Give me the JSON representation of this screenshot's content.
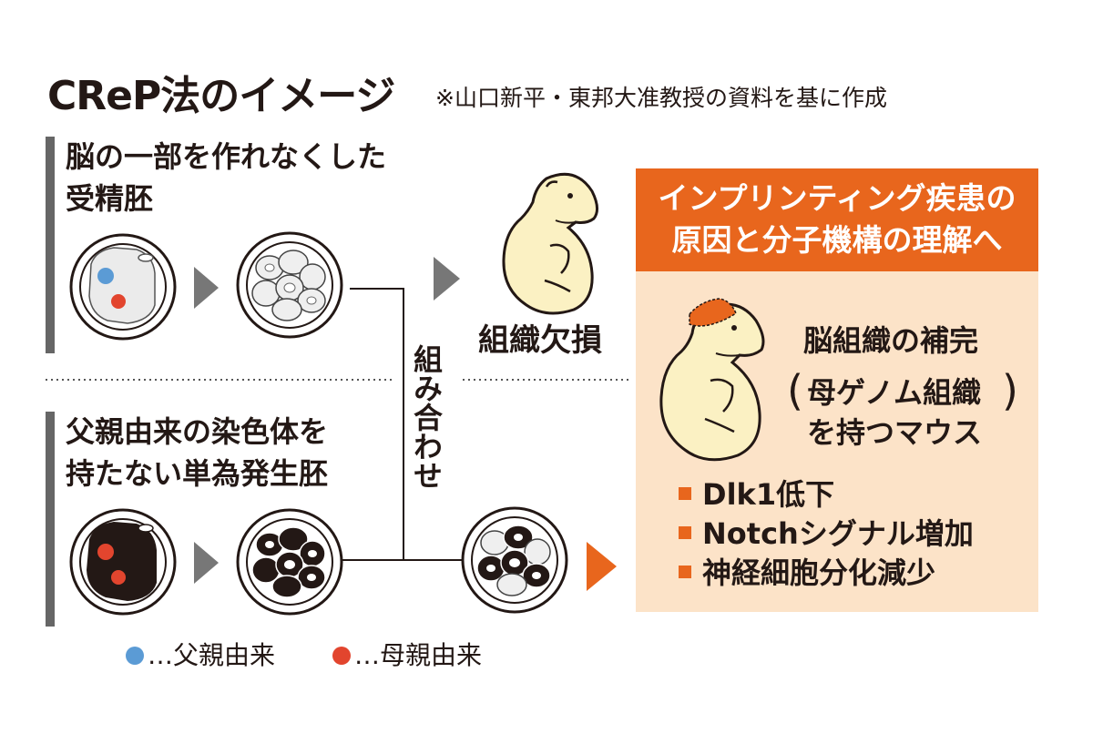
{
  "header": {
    "title": "CReP法のイメージ",
    "source": "※山口新平・東邦大准教授の資料を基に作成"
  },
  "section_top": {
    "label_line1": "脳の一部を作れなくした",
    "label_line2": "受精胚"
  },
  "section_bottom": {
    "label_line1": "父親由来の染色体を",
    "label_line2": "持たない単為発生胚"
  },
  "combine_label": "組み合わせ",
  "result_top": {
    "caption": "組織欠損"
  },
  "result_box": {
    "header_line1": "インプリンティング疾患の",
    "header_line2": "原因と分子機構の理解へ",
    "title": "脳組織の補完",
    "paren_line1": "母ゲノム組織",
    "paren_line2": "を持つマウス",
    "bullets": [
      "Dlk1低下",
      "Notchシグナル増加",
      "神経細胞分化減少"
    ]
  },
  "legend": {
    "paternal": "…父親由来",
    "maternal": "…母親由来"
  },
  "colors": {
    "paternal": "#5b9bd5",
    "maternal": "#e2452e",
    "accent_orange": "#e8661d",
    "box_fill": "#fce3c8",
    "gray": "#666666"
  }
}
